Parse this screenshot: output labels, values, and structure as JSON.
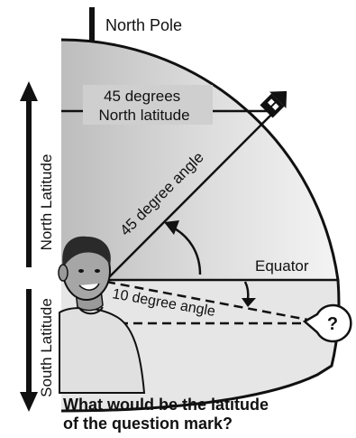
{
  "diagram": {
    "north_pole_label": "North Pole",
    "latitude_45_label_line1": "45 degrees",
    "latitude_45_label_line2": "North latitude",
    "angle_45_label": "45 degree angle",
    "equator_label": "Equator",
    "angle_10_label": "10 degree angle",
    "question_mark": "?",
    "north_latitude_label": "North Latitude",
    "south_latitude_label": "South Latitude",
    "question_text": "What would be the latitude\nof the question mark?"
  }
}
